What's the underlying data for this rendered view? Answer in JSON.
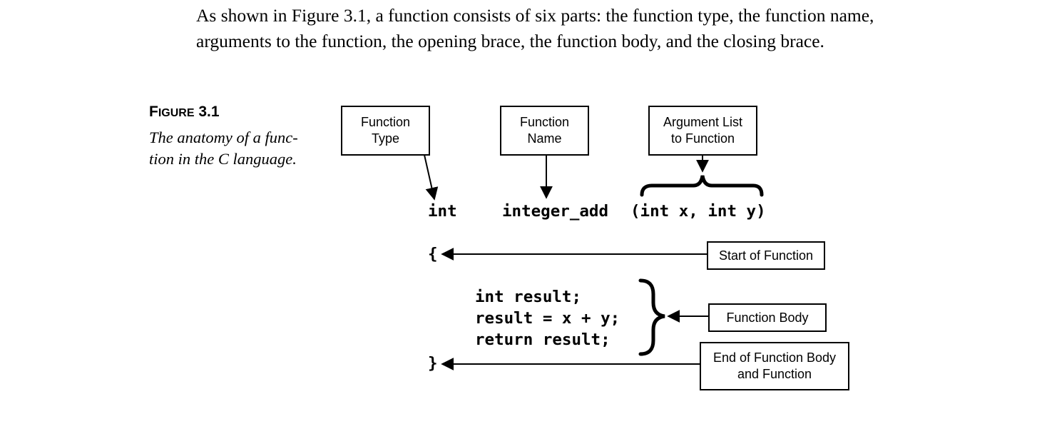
{
  "paragraph": "As shown in Figure 3.1, a function consists of six parts: the function type, the function name, arguments to the function, the opening brace, the function body, and the closing brace.",
  "figure": {
    "label_first": "F",
    "label_rest": "IGURE",
    "label_number": " 3.1",
    "caption_line1": "The anatomy of a func-",
    "caption_line2": "tion in the C language."
  },
  "boxes": {
    "function_type": [
      "Function",
      "Type"
    ],
    "function_name": [
      "Function",
      "Name"
    ],
    "argument_list": [
      "Argument List",
      "to Function"
    ],
    "start_of_function": "Start of Function",
    "function_body": "Function Body",
    "end_of_function": [
      "End of Function Body",
      "and Function"
    ]
  },
  "code": {
    "type": "int",
    "name": "integer_add",
    "args": "(int x, int y)",
    "open_brace": "{",
    "body_line1": "int result;",
    "body_line2": "result = x + y;",
    "body_line3": "return result;",
    "close_brace": "}"
  }
}
